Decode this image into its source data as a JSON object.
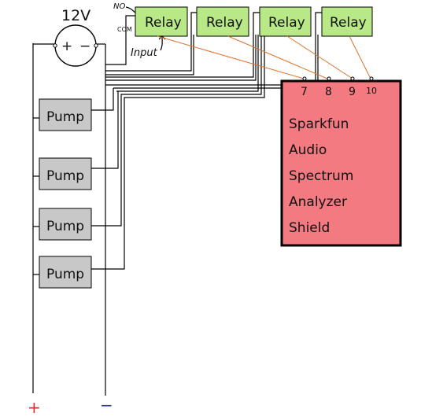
{
  "power_source": {
    "voltage_label": "12V",
    "plus_symbol": "+",
    "minus_symbol": "−"
  },
  "relays": [
    {
      "label": "Relay"
    },
    {
      "label": "Relay"
    },
    {
      "label": "Relay"
    },
    {
      "label": "Relay"
    }
  ],
  "relay_annotations": {
    "no": "NO",
    "com": "COM",
    "input": "Input"
  },
  "pumps": [
    {
      "label": "Pump"
    },
    {
      "label": "Pump"
    },
    {
      "label": "Pump"
    },
    {
      "label": "Pump"
    }
  ],
  "shield": {
    "lines": [
      "Sparkfun",
      "Audio",
      "Spectrum",
      "Analyzer",
      "Shield"
    ],
    "pins": [
      "7",
      "8",
      "9",
      "10"
    ],
    "color": "#f27a80",
    "border_color": "#000000"
  },
  "rail_labels": {
    "positive": "+",
    "negative": "−"
  },
  "colors": {
    "relay_fill": "#b8e986",
    "pump_fill": "#c8c8c8",
    "signal_wire": "#e0702a",
    "positive_mark": "#d03030",
    "negative_mark": "#3030c0"
  }
}
